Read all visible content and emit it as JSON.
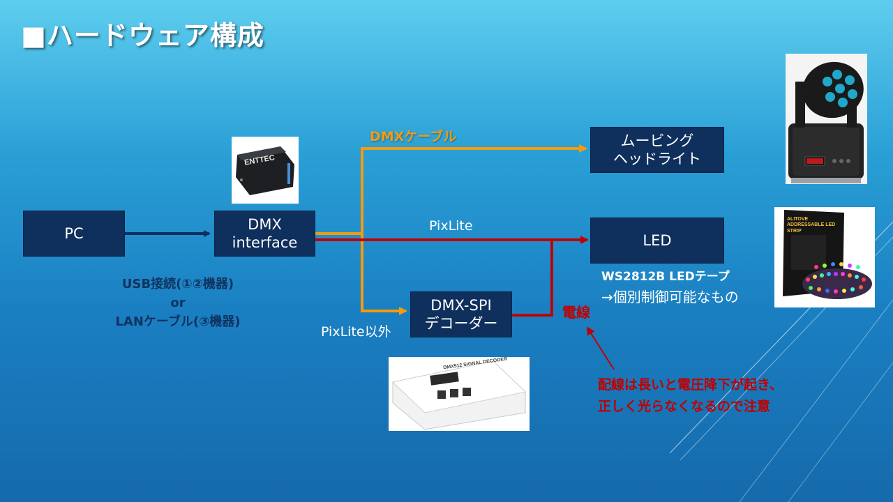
{
  "slide": {
    "title": "■ハードウェア構成"
  },
  "boxes": {
    "pc": "PC",
    "dmx_interface": [
      "DMX",
      "interface"
    ],
    "moving_head": [
      "ムービング",
      "ヘッドライト"
    ],
    "led": "LED",
    "dmx_spi": [
      "DMX-SPI",
      "デコーダー"
    ]
  },
  "labels": {
    "dmx_cable": "DMXケーブル",
    "pixlite": "PixLite",
    "pixlite_other": "PixLite以外",
    "connection": [
      "USB接続(①②機器)",
      "or",
      "LANケーブル(③機器)"
    ],
    "led_tape": "WS2812B LEDテープ",
    "led_tape_note": "→個別制御可能なもの",
    "power_line": "電線",
    "warning": [
      "配線は長いと電圧降下が起き、",
      "正しく光らなくなるので注意"
    ]
  },
  "photos": {
    "enttec_logo": "ENTTEC",
    "decoder_label": "DMX512 SIGNAL DECODER",
    "led_strip_label": "ALITOVE ADDRESSABLE LED STRIP"
  },
  "colors": {
    "dmx_cable": "#f59b0c",
    "power_line": "#c00000",
    "usb_line": "#0f2f5c",
    "box": "#0f2f5c"
  }
}
